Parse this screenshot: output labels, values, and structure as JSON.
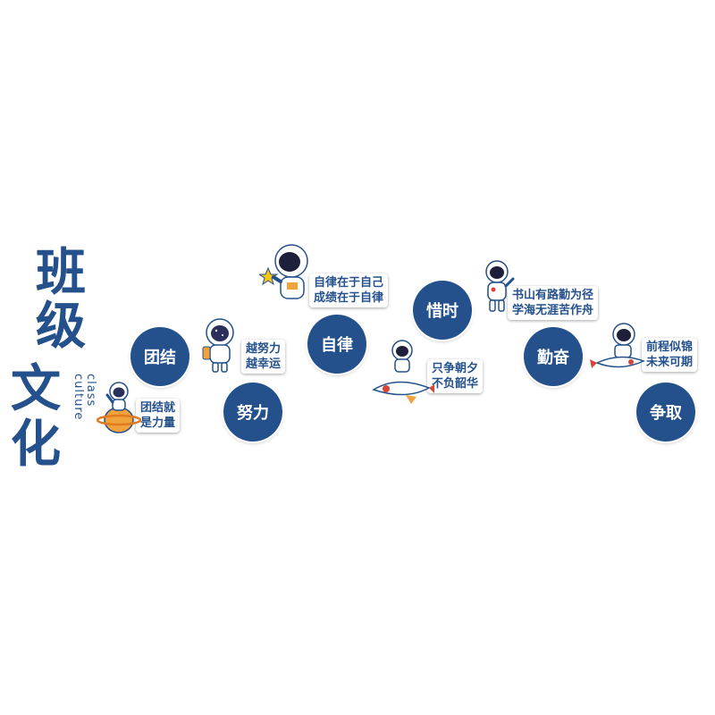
{
  "title": {
    "chars": [
      "班",
      "级",
      "文",
      "化"
    ],
    "subtitle_line1": "class",
    "subtitle_line2": "culture"
  },
  "circles": [
    "团结",
    "努力",
    "自律",
    "惜时",
    "勤奋",
    "争取"
  ],
  "slogans": [
    {
      "line1": "团结就",
      "line2": "是力量"
    },
    {
      "line1": "越努力",
      "line2": "越幸运"
    },
    {
      "line1": "自律在于自己",
      "line2": "成绩在于自律"
    },
    {
      "line1": "只争朝夕",
      "line2": "不负韶华"
    },
    {
      "line1": "书山有路勤为径",
      "line2": "学海无涯苦作舟"
    },
    {
      "line1": "前程似锦",
      "line2": "未来可期"
    }
  ],
  "illustrations": [
    "astronaut-on-planet-icon",
    "astronaut-with-bottle-icon",
    "astronaut-holding-star-icon",
    "astronaut-on-rocket-icon",
    "astronaut-waving-icon",
    "astronaut-riding-rocket-icon"
  ],
  "colors": {
    "primary": "#24518c",
    "background": "#ffffff",
    "accent_orange": "#f2a23a",
    "accent_red": "#d8443a"
  }
}
